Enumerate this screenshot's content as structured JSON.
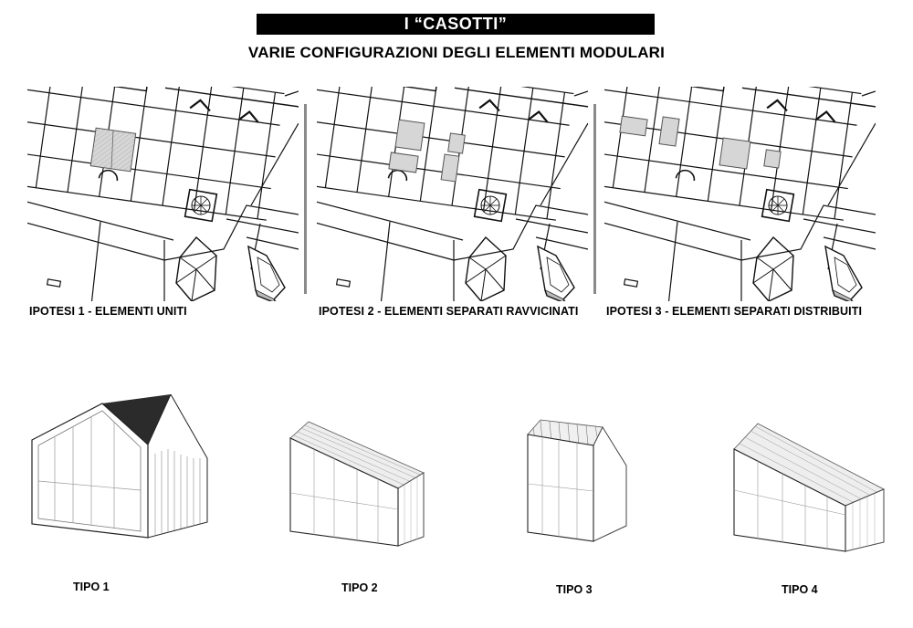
{
  "header": {
    "title": "I “CASOTTI”",
    "subtitle": "VARIE CONFIGURAZIONI DEGLI ELEMENTI MODULARI"
  },
  "hypotheses": [
    {
      "label": "IPOTESI 1 - ELEMENTI UNITI"
    },
    {
      "label": "IPOTESI 2 - ELEMENTI SEPARATI RAVVICINATI"
    },
    {
      "label": "IPOTESI 3 - ELEMENTI SEPARATI DISTRIBUITI"
    }
  ],
  "types": [
    {
      "label": "TIPO 1"
    },
    {
      "label": "TIPO 2"
    },
    {
      "label": "TIPO 3"
    },
    {
      "label": "TIPO 4"
    }
  ],
  "colors": {
    "title_bg": "#000000",
    "title_text": "#ffffff",
    "module_fill": "#d6d6d6",
    "roof_dark": "#2b2b2b",
    "line": "#000000"
  }
}
